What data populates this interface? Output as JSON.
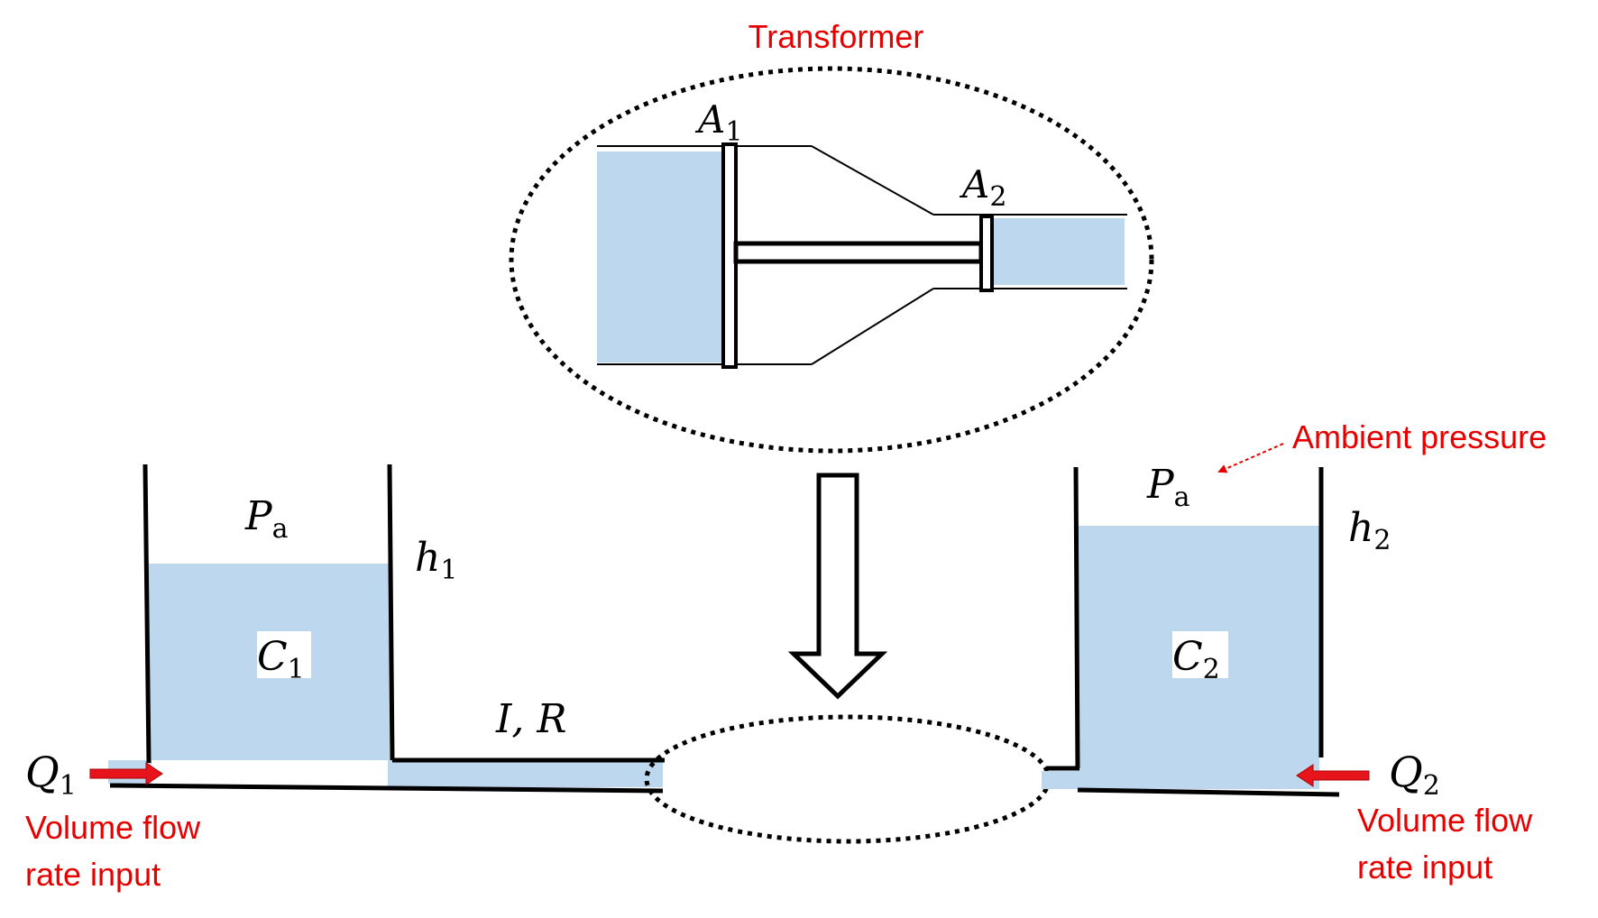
{
  "labels": {
    "transformer": "Transformer",
    "ambient_pressure": "Ambient pressure",
    "flow_input_left_line1": "Volume flow",
    "flow_input_left_line2": "rate input",
    "flow_input_right_line1": "Volume flow",
    "flow_input_right_line2": "rate input"
  },
  "symbols": {
    "A1": {
      "main": "A",
      "sub": "1"
    },
    "A2": {
      "main": "A",
      "sub": "2"
    },
    "Pa_left": {
      "main": "P",
      "sub": "a"
    },
    "Pa_right": {
      "main": "P",
      "sub": "a"
    },
    "h1": {
      "main": "h",
      "sub": "1"
    },
    "h2": {
      "main": "h",
      "sub": "2"
    },
    "C1": {
      "main": "C",
      "sub": "1"
    },
    "C2": {
      "main": "C",
      "sub": "2"
    },
    "Q1": {
      "main": "Q",
      "sub": "1"
    },
    "Q2": {
      "main": "Q",
      "sub": "2"
    },
    "IR": "I, R"
  },
  "colors": {
    "water": "#bdd7ee",
    "label_red": "#e60000",
    "arrow_red": "#e8141c",
    "line": "#000000"
  }
}
